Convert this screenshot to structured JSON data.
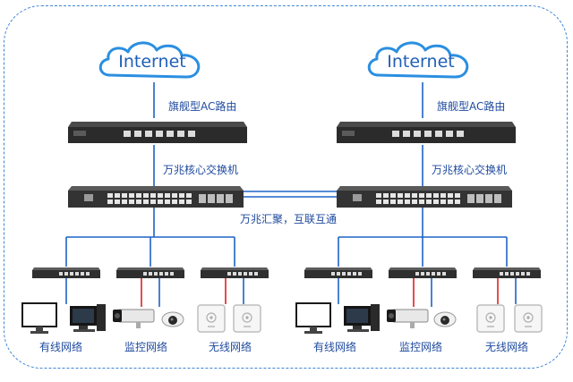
{
  "left_site": {
    "cloud_label": "Internet",
    "router_label": "旗舰型AC路由",
    "core_switch_label": "万兆核心交换机",
    "groups": [
      "有线网络",
      "监控网络",
      "无线网络"
    ]
  },
  "right_site": {
    "cloud_label": "Internet",
    "router_label": "旗舰型AC路由",
    "core_switch_label": "万兆核心交换机",
    "groups": [
      "有线网络",
      "监控网络",
      "无线网络"
    ]
  },
  "interconnect_label": "万兆汇聚，互联互通",
  "colors": {
    "frame": "#3f86d4",
    "blue_link": "#1e63c7",
    "red_link": "#e02020",
    "text": "#1f4a9e"
  }
}
